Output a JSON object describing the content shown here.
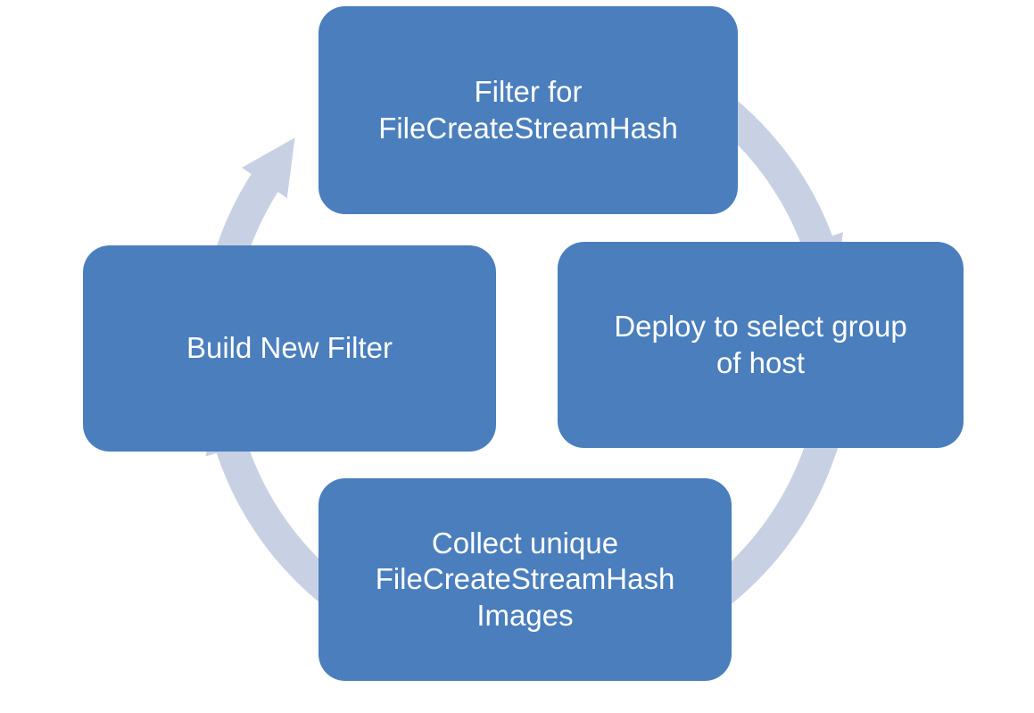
{
  "diagram": {
    "type": "cycle",
    "flow_direction": "clockwise",
    "nodes": [
      {
        "id": "top",
        "label": "Filter for\nFileCreateStreamHash"
      },
      {
        "id": "right",
        "label": "Deploy to select group\nof host"
      },
      {
        "id": "bottom",
        "label": "Collect unique\nFileCreateStreamHash\nImages"
      },
      {
        "id": "left",
        "label": "Build New Filter"
      }
    ],
    "colors": {
      "node_fill": "#4A7EBD",
      "node_text": "#FFFFFF",
      "arrow": "#C8D1E4",
      "background": "#FFFFFF"
    }
  }
}
